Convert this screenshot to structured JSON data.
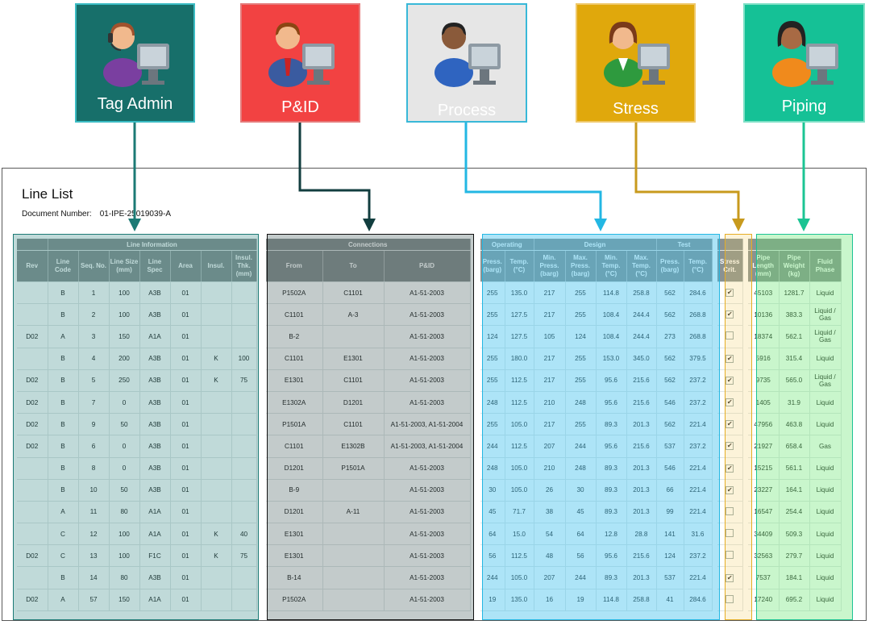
{
  "roles": [
    {
      "key": "tag_admin",
      "label": "Tag Admin",
      "bg": "#176f6a",
      "fg": "#ffffff",
      "border": "#3bbcc4"
    },
    {
      "key": "pid",
      "label": "P&ID",
      "bg": "#f24242",
      "fg": "#ffffff",
      "border": "#e57a7a"
    },
    {
      "key": "process",
      "label": "Process",
      "bg": "#e6e6e6",
      "fg": "#ffffff",
      "border": "#38b8d8"
    },
    {
      "key": "stress",
      "label": "Stress",
      "bg": "#e0a80c",
      "fg": "#ffffff",
      "border": "#efc86a"
    },
    {
      "key": "piping",
      "label": "Piping",
      "bg": "#15c196",
      "fg": "#ffffff",
      "border": "#7fe0c6"
    }
  ],
  "colors": {
    "tag_admin": "#1c7a75",
    "pid": "#123e3f",
    "process": "#23b7e3",
    "stress": "#c89a1d",
    "piping": "#1bc493"
  },
  "line_list": {
    "title": "Line List",
    "doc_label": "Document Number:",
    "doc_number": "01-IPE-25019039-A"
  },
  "table": {
    "groups": {
      "line_info": "Line Information",
      "connections": "Connections",
      "operating": "Operating",
      "design": "Design",
      "test": "Test"
    },
    "headers": [
      "Rev",
      "Line Code",
      "Seq. No.",
      "Line Size (mm)",
      "Line Spec",
      "Area",
      "Insul.",
      "Insul. Thk. (mm)",
      "From",
      "To",
      "P&ID",
      "Press. (barg)",
      "Temp. (°C)",
      "Min. Press. (barg)",
      "Max. Press. (barg)",
      "Min. Temp. (°C)",
      "Max. Temp. (°C)",
      "Press. (barg)",
      "Temp. (°C)",
      "Stress Crit.",
      "Pipe Length (mm)",
      "Pipe Weight (kg)",
      "Fluid Phase"
    ],
    "rows": [
      [
        "",
        "B",
        "1",
        "100",
        "A3B",
        "01",
        "",
        "",
        "P1502A",
        "C1101",
        "A1-51-2003",
        "255",
        "135.0",
        "217",
        "255",
        "114.8",
        "258.8",
        "562",
        "284.6",
        true,
        "45103",
        "1281.7",
        "Liquid"
      ],
      [
        "",
        "B",
        "2",
        "100",
        "A3B",
        "01",
        "",
        "",
        "C1101",
        "A-3",
        "A1-51-2003",
        "255",
        "127.5",
        "217",
        "255",
        "108.4",
        "244.4",
        "562",
        "268.8",
        true,
        "10136",
        "383.3",
        "Liquid / Gas"
      ],
      [
        "D02",
        "A",
        "3",
        "150",
        "A1A",
        "01",
        "",
        "",
        "B-2",
        "",
        "A1-51-2003",
        "124",
        "127.5",
        "105",
        "124",
        "108.4",
        "244.4",
        "273",
        "268.8",
        false,
        "18374",
        "562.1",
        "Liquid / Gas"
      ],
      [
        "",
        "B",
        "4",
        "200",
        "A3B",
        "01",
        "K",
        "100",
        "C1101",
        "E1301",
        "A1-51-2003",
        "255",
        "180.0",
        "217",
        "255",
        "153.0",
        "345.0",
        "562",
        "379.5",
        true,
        "5916",
        "315.4",
        "Liquid"
      ],
      [
        "D02",
        "B",
        "5",
        "250",
        "A3B",
        "01",
        "K",
        "75",
        "E1301",
        "C1101",
        "A1-51-2003",
        "255",
        "112.5",
        "217",
        "255",
        "95.6",
        "215.6",
        "562",
        "237.2",
        true,
        "9735",
        "565.0",
        "Liquid / Gas"
      ],
      [
        "D02",
        "B",
        "7",
        "0",
        "A3B",
        "01",
        "",
        "",
        "E1302A",
        "D1201",
        "A1-51-2003",
        "248",
        "112.5",
        "210",
        "248",
        "95.6",
        "215.6",
        "546",
        "237.2",
        true,
        "1405",
        "31.9",
        "Liquid"
      ],
      [
        "D02",
        "B",
        "9",
        "50",
        "A3B",
        "01",
        "",
        "",
        "P1501A",
        "C1101",
        "A1-51-2003, A1-51-2004",
        "255",
        "105.0",
        "217",
        "255",
        "89.3",
        "201.3",
        "562",
        "221.4",
        true,
        "47956",
        "463.8",
        "Liquid"
      ],
      [
        "D02",
        "B",
        "6",
        "0",
        "A3B",
        "01",
        "",
        "",
        "C1101",
        "E1302B",
        "A1-51-2003, A1-51-2004",
        "244",
        "112.5",
        "207",
        "244",
        "95.6",
        "215.6",
        "537",
        "237.2",
        true,
        "21927",
        "658.4",
        "Gas"
      ],
      [
        "",
        "B",
        "8",
        "0",
        "A3B",
        "01",
        "",
        "",
        "D1201",
        "P1501A",
        "A1-51-2003",
        "248",
        "105.0",
        "210",
        "248",
        "89.3",
        "201.3",
        "546",
        "221.4",
        true,
        "15215",
        "561.1",
        "Liquid"
      ],
      [
        "",
        "B",
        "10",
        "50",
        "A3B",
        "01",
        "",
        "",
        "B-9",
        "",
        "A1-51-2003",
        "30",
        "105.0",
        "26",
        "30",
        "89.3",
        "201.3",
        "66",
        "221.4",
        true,
        "23227",
        "164.1",
        "Liquid"
      ],
      [
        "",
        "A",
        "11",
        "80",
        "A1A",
        "01",
        "",
        "",
        "D1201",
        "A-11",
        "A1-51-2003",
        "45",
        "71.7",
        "38",
        "45",
        "89.3",
        "201.3",
        "99",
        "221.4",
        false,
        "16547",
        "254.4",
        "Liquid"
      ],
      [
        "",
        "C",
        "12",
        "100",
        "A1A",
        "01",
        "K",
        "40",
        "E1301",
        "",
        "A1-51-2003",
        "64",
        "15.0",
        "54",
        "64",
        "12.8",
        "28.8",
        "141",
        "31.6",
        false,
        "34409",
        "509.3",
        "Liquid"
      ],
      [
        "D02",
        "C",
        "13",
        "100",
        "F1C",
        "01",
        "K",
        "75",
        "E1301",
        "",
        "A1-51-2003",
        "56",
        "112.5",
        "48",
        "56",
        "95.6",
        "215.6",
        "124",
        "237.2",
        false,
        "32563",
        "279.7",
        "Liquid"
      ],
      [
        "",
        "B",
        "14",
        "80",
        "A3B",
        "01",
        "",
        "",
        "B-14",
        "",
        "A1-51-2003",
        "244",
        "105.0",
        "207",
        "244",
        "89.3",
        "201.3",
        "537",
        "221.4",
        true,
        "7537",
        "184.1",
        "Liquid"
      ],
      [
        "D02",
        "A",
        "57",
        "150",
        "A1A",
        "01",
        "",
        "",
        "P1502A",
        "",
        "A1-51-2003",
        "19",
        "135.0",
        "16",
        "19",
        "114.8",
        "258.8",
        "41",
        "284.6",
        false,
        "17240",
        "695.2",
        "Liquid"
      ]
    ]
  }
}
